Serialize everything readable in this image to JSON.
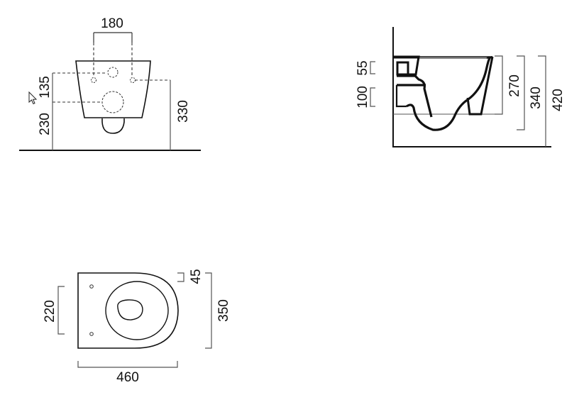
{
  "drawing": {
    "type": "technical dimension drawing",
    "units": "mm",
    "colors": {
      "outline": "#111111",
      "dimension_line": "#555555",
      "background": "#ffffff"
    }
  },
  "front_view": {
    "dimensions": {
      "fixing_width": "180",
      "upper_offset": "135",
      "lower_height": "230",
      "fixing_height": "330"
    }
  },
  "side_view": {
    "dimensions": {
      "inlet_height": "55",
      "outlet_height": "100",
      "bowl_height": "270",
      "total_height_a": "340",
      "total_height_b": "420"
    }
  },
  "plan_view": {
    "dimensions": {
      "fixing_spacing": "220",
      "rim_offset": "45",
      "width": "350",
      "length": "460"
    }
  },
  "cursor": {
    "icon": "arrow-cursor-icon"
  }
}
